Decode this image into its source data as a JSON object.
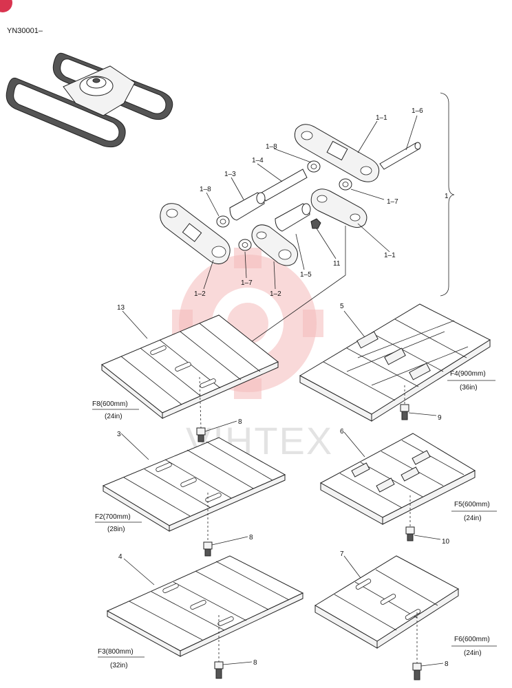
{
  "document_code": "YN30001–",
  "watermark_text": "VIHTEX",
  "callouts": {
    "c1_1a": "1–1",
    "c1_6": "1–6",
    "c1_8a": "1–8",
    "c1_4": "1–4",
    "c1_3": "1–3",
    "c1_8b": "1–8",
    "c1_7a": "1–7",
    "c1": "1",
    "c1_1b": "1–1",
    "c11": "11",
    "c1_5": "1–5",
    "c1_7b": "1–7",
    "c1_2a": "1–2",
    "c1_2b": "1–2",
    "c13": "13",
    "c5": "5",
    "c8a": "8",
    "c9": "9",
    "c3": "3",
    "c6": "6",
    "c8b": "8",
    "c10": "10",
    "c4": "4",
    "c7": "7",
    "c8c": "8",
    "c8d": "8"
  },
  "shoe_labels": {
    "f8": {
      "metric": "F8(600mm)",
      "imperial": "(24in)"
    },
    "f4": {
      "metric": "F4(900mm)",
      "imperial": "(36in)"
    },
    "f2": {
      "metric": "F2(700mm)",
      "imperial": "(28in)"
    },
    "f5": {
      "metric": "F5(600mm)",
      "imperial": "(24in)"
    },
    "f3": {
      "metric": "F3(800mm)",
      "imperial": "(32in)"
    },
    "f6": {
      "metric": "F6(600mm)",
      "imperial": "(24in)"
    }
  },
  "colors": {
    "watermark": "#f4b9b9",
    "badge": "#d9344f",
    "line": "#222222"
  }
}
